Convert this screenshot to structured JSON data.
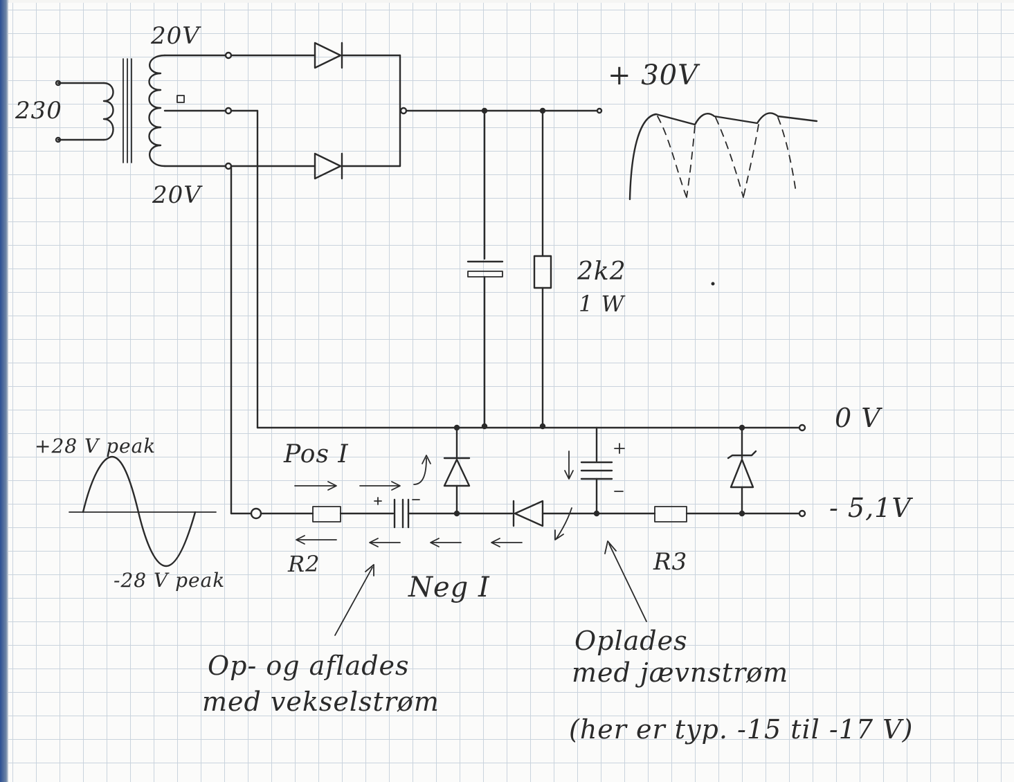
{
  "labels": {
    "mains": "230",
    "secondary_top": "20V",
    "secondary_bottom": "20V",
    "plus_out": "+ 30V",
    "resistor_value": "2k2",
    "resistor_power": "1 W",
    "zero_volt": "0 V",
    "minus_out": "- 5,1V",
    "pos_peak": "+28 V peak",
    "neg_peak": "-28 V peak",
    "pos_current": "Pos I",
    "neg_current": "Neg I",
    "r2": "R2",
    "r3": "R3",
    "note_ac_1": "Op- og aflades",
    "note_ac_2": "med vekselstrøm",
    "note_dc_1": "Oplades",
    "note_dc_2": "med jævnstrøm",
    "note_dc_3": "(her er typ. -15 til -17 V)"
  },
  "colors": {
    "ink": "#2a2a2a",
    "grid": "#c9d3dd",
    "paper": "#fbfbfa",
    "border": "#1f3f86"
  }
}
